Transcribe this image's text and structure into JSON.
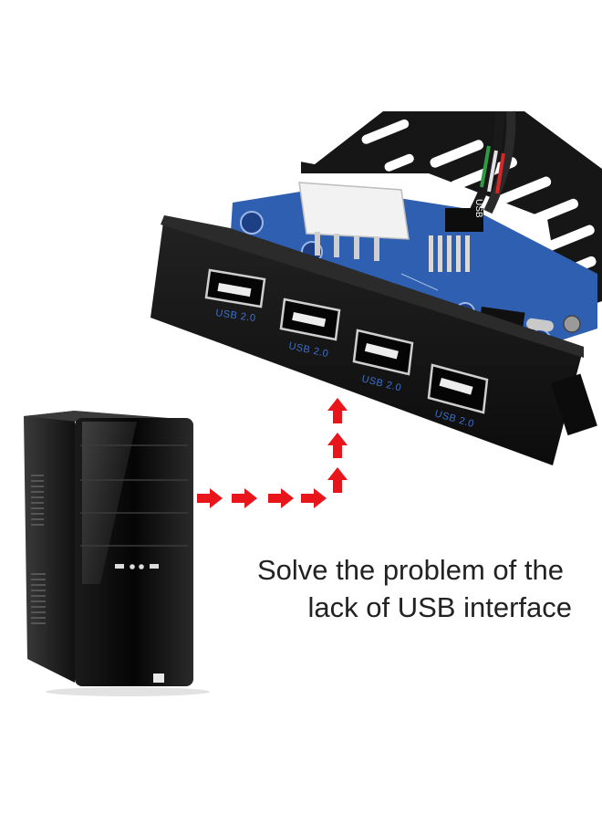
{
  "caption": {
    "line1": "Solve the problem of the",
    "line2": "lack of USB interface"
  },
  "panel": {
    "port_labels": [
      "USB 2.0",
      "USB 2.0",
      "USB 2.0",
      "USB 2.0"
    ],
    "header_label": "USB"
  },
  "colors": {
    "arrow": "#e8151b",
    "panel_body": "#141414",
    "pcb": "#2f5fb0",
    "usb_label": "#3f6fc8",
    "caption_text": "#222222"
  },
  "icons": [
    "tower-pc",
    "usb-port",
    "molex-connector",
    "pin-header",
    "arrow-right",
    "arrow-up"
  ]
}
